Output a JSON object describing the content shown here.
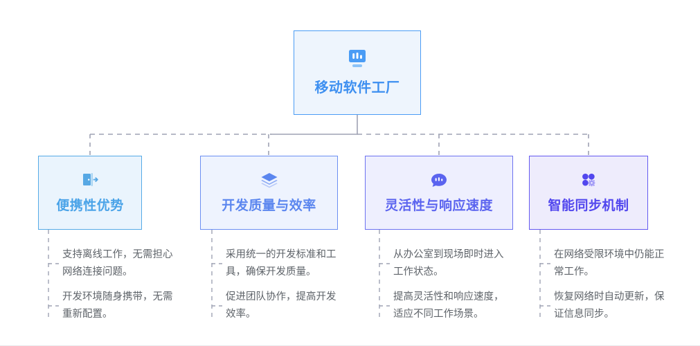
{
  "diagram": {
    "type": "org-tree",
    "root": {
      "title": "移动软件工厂",
      "icon": "monitor-chart-icon",
      "border_color": "#4a9cf5",
      "fill_color": "#eef5fd",
      "text_color": "#3d8ff0"
    },
    "children": [
      {
        "title": "便携性优势",
        "icon": "door-exit-icon",
        "border_color": "#55aae6",
        "fill_color": "#eaf4fd",
        "text_color": "#4aa3e8",
        "descriptions": [
          "支持离线工作，无需担心\n网络连接问题。",
          "开发环境随身携带，无需\n重新配置。"
        ]
      },
      {
        "title": "开发质量与效率",
        "icon": "layers-stack-icon",
        "border_color": "#6b8ef2",
        "fill_color": "#eef3fe",
        "text_color": "#5b86ef",
        "descriptions": [
          "采用统一的开发标准和工\n具，确保开发质量。",
          "促进团队协作，提高开发\n效率。"
        ]
      },
      {
        "title": "灵活性与响应速度",
        "icon": "chat-bubble-icon",
        "border_color": "#6c72f0",
        "fill_color": "#eeeffe",
        "text_color": "#5b64ef",
        "descriptions": [
          "从办公室到现场即时进入\n工作状态。",
          "提高灵活性和响应速度，\n适应不同工作场景。"
        ]
      },
      {
        "title": "智能同步机制",
        "icon": "apps-gear-icon",
        "border_color": "#6358f0",
        "fill_color": "#eeecfc",
        "text_color": "#5247ee",
        "descriptions": [
          "在网络受限环境中仍能正\n常工作。",
          "恢复网络时自动更新，保\n证信息同步。"
        ]
      }
    ],
    "connector_color": "#9ea2b3",
    "background": "#ffffff"
  }
}
